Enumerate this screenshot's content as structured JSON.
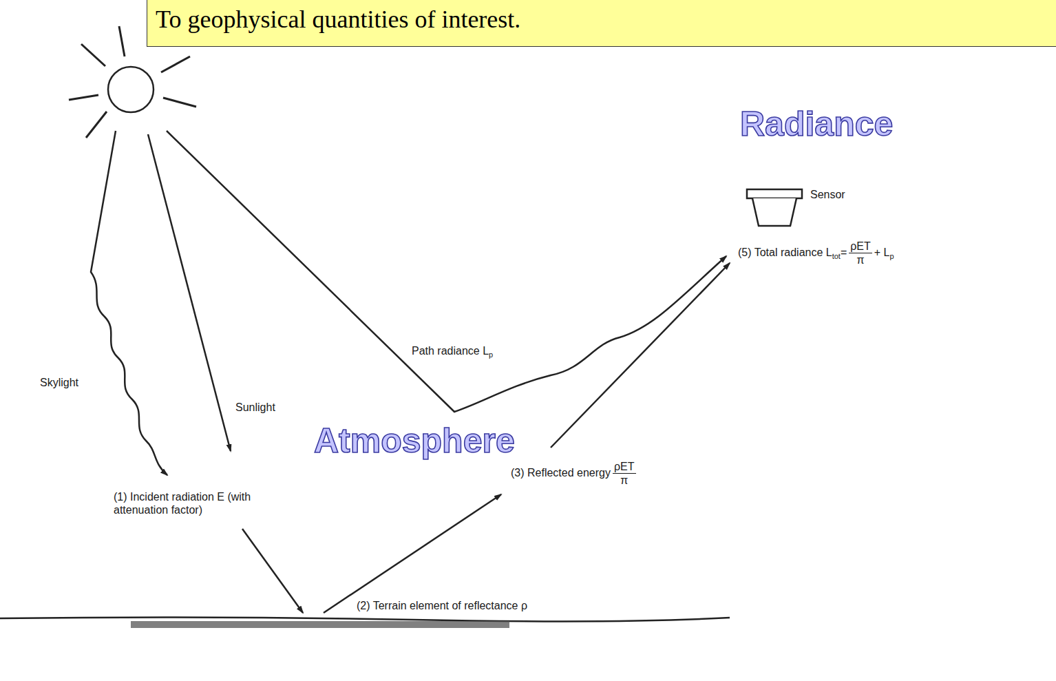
{
  "diagram": {
    "nodes": [
      {
        "text": [
          "To geophysical quantities of interest."
        ]
      }
    ],
    "labels": [
      "Radiance",
      "Sensor",
      "(5) Total radiance L",
      "tot",
      "=",
      "ρET",
      "π",
      "+ L",
      "p",
      "Skylight",
      "Sunlight",
      "Path radiance L",
      "p",
      "Atmosphere",
      "(3) Reflected energy",
      "ρET",
      "π",
      "(1) Incident radiation E (with attenuation factor)",
      "(2) Terrain element of reflectance ρ"
    ]
  }
}
